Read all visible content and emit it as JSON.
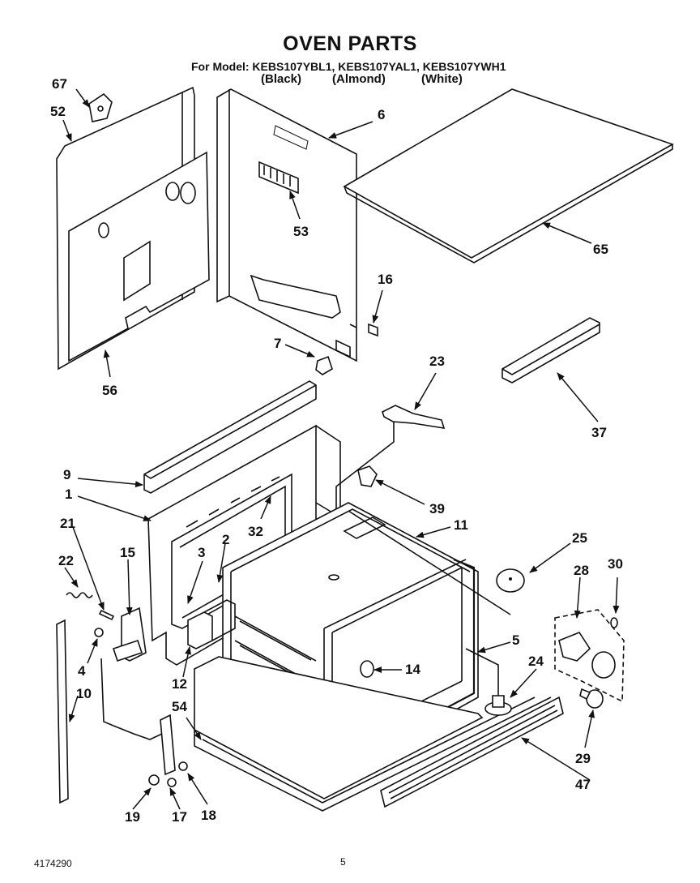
{
  "header": {
    "title": "OVEN PARTS",
    "models_line": "For Model: KEBS107YBL1, KEBS107YAL1, KEBS107YWH1",
    "color_black": "(Black)",
    "color_almond": "(Almond)",
    "color_white": "(White)"
  },
  "labels": {
    "p67": "67",
    "p52": "52",
    "p6": "6",
    "p53": "53",
    "p65": "65",
    "p16": "16",
    "p7": "7",
    "p56": "56",
    "p23": "23",
    "p37": "37",
    "p9": "9",
    "p1": "1",
    "p39": "39",
    "p32": "32",
    "p11": "11",
    "p21": "21",
    "p2": "2",
    "p25": "25",
    "p22": "22",
    "p15": "15",
    "p3": "3",
    "p28": "28",
    "p30": "30",
    "p5": "5",
    "p4": "4",
    "p12": "12",
    "p14": "14",
    "p24": "24",
    "p10": "10",
    "p54": "54",
    "p29": "29",
    "p47": "47",
    "p19": "19",
    "p17": "17",
    "p18": "18"
  },
  "footer": {
    "doc_number": "4174290",
    "page_number": "5"
  }
}
